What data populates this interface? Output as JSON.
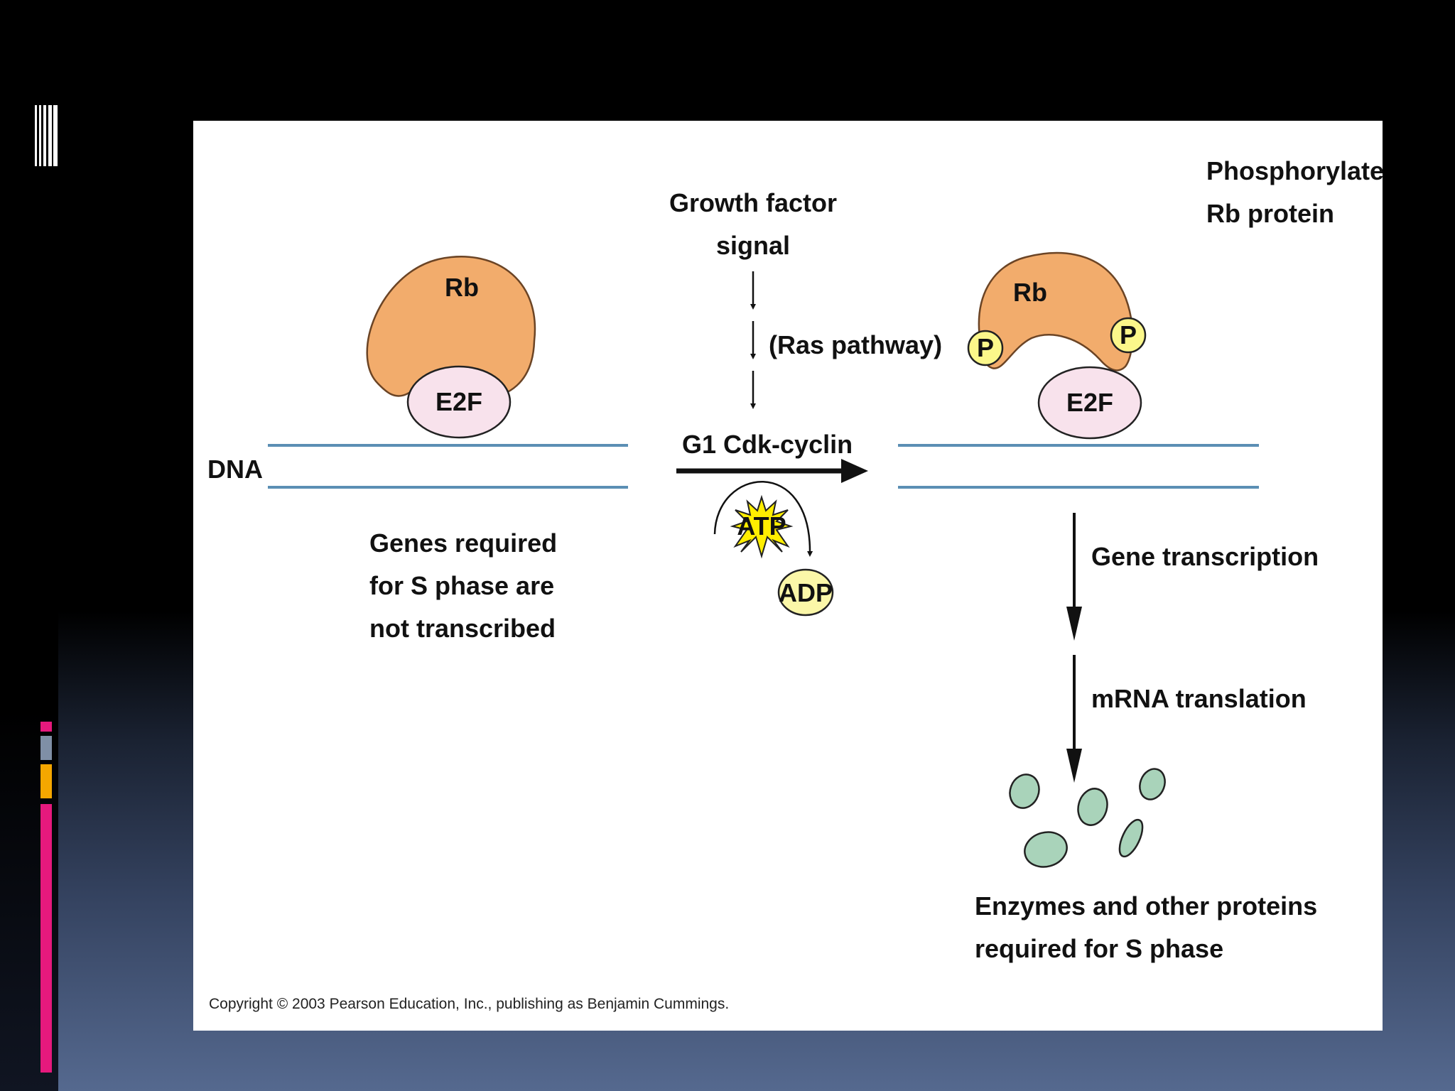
{
  "diagram": {
    "left": {
      "rb_label": "Rb",
      "e2f_label": "E2F",
      "dna_label": "DNA",
      "genes_text": [
        "Genes required",
        "for S phase are",
        "not transcribed"
      ]
    },
    "middle": {
      "growth_factor": [
        "Growth factor",
        "signal"
      ],
      "ras_pathway": "(Ras pathway)",
      "cdk_label": "G1 Cdk-cyclin",
      "atp_label": "ATP",
      "adp_label": "ADP"
    },
    "right": {
      "rb_label": "Rb",
      "phospho_label": [
        "Phosphorylated",
        "Rb protein"
      ],
      "p_label": "P",
      "e2f_label": "E2F",
      "gene_transcription": "Gene transcription",
      "mrna_translation": "mRNA translation",
      "enzymes_text": [
        "Enzymes and other proteins",
        "required for S phase"
      ]
    },
    "copyright": "Copyright © 2003 Pearson Education, Inc., publishing as Benjamin Cummings."
  },
  "colors": {
    "rb": "#f2ac6c",
    "e2f": "#f8e2ec",
    "dna": "#5b8fb4",
    "phosphate": "#fbf78a",
    "atp": "#ffee00",
    "adp": "#fbf7a8",
    "enzyme": "#a9d3ba",
    "accent_pink": "#e6197d",
    "accent_orange": "#f5a700",
    "accent_gray": "#7f8fa6"
  }
}
